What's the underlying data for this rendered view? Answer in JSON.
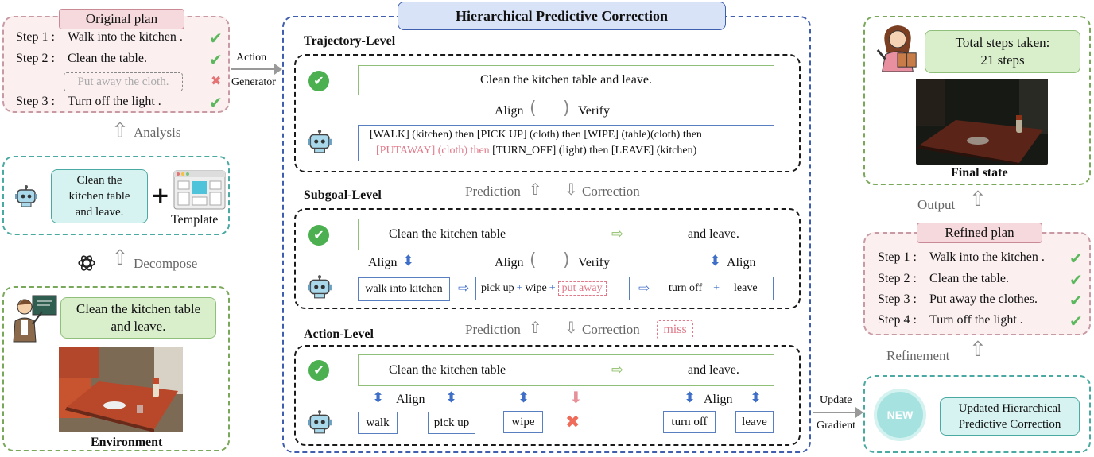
{
  "original_plan": {
    "title": "Original plan",
    "steps": [
      {
        "num": "Step 1 :",
        "text": "Walk into the kitchen ."
      },
      {
        "num": "Step 2 :",
        "text": "Clean the table."
      },
      {
        "num": "",
        "text": "Put away the cloth."
      },
      {
        "num": "Step 3 :",
        "text": "Turn off the light ."
      }
    ]
  },
  "left": {
    "analysis": "Analysis",
    "decompose": "Decompose",
    "task_box": "Clean the kitchen table and leave.",
    "template": "Template",
    "env_task": "Clean the kitchen table and leave.",
    "env_caption": "Environment",
    "action_gen_1": "Action",
    "action_gen_2": "Generator"
  },
  "hpc": {
    "title": "Hierarchical Predictive Correction",
    "trajectory": {
      "label": "Trajectory-Level",
      "task": "Clean the kitchen table and leave.",
      "align": "Align",
      "verify": "Verify",
      "line1": "[WALK]  (kitchen) then [PICK UP]  (cloth) then [WIPE] (table)(cloth) then",
      "line2_pink": "[PUTAWAY]  (cloth) then",
      "line2_rest": " [TURN_OFF] (light) then [LEAVE] (kitchen)"
    },
    "between1": {
      "prediction": "Prediction",
      "correction": "Correction"
    },
    "subgoal": {
      "label": "Subgoal-Level",
      "task_a": "Clean the kitchen table",
      "task_b": "and leave.",
      "align": "Align",
      "verify": "Verify",
      "walk": "walk into kitchen",
      "pickup": "pick up",
      "wipe": "wipe",
      "putaway": "put away",
      "turnoff": "turn off",
      "leave": "leave",
      "plus": "+"
    },
    "between2": {
      "prediction": "Prediction",
      "correction": "Correction",
      "miss": "miss"
    },
    "action": {
      "label": "Action-Level",
      "task_a": "Clean the kitchen table",
      "task_b": "and leave.",
      "align": "Align",
      "walk": "walk",
      "pickup": "pick up",
      "wipe": "wipe",
      "turnoff": "turn off",
      "leave": "leave"
    }
  },
  "right": {
    "total_1": "Total steps taken:",
    "total_2": "21 steps",
    "final_caption": "Final state",
    "output": "Output",
    "refined_title": "Refined plan",
    "refined_steps": [
      {
        "num": "Step 1 :",
        "text": "Walk into the kitchen ."
      },
      {
        "num": "Step 2 :",
        "text": "Clean the table."
      },
      {
        "num": "Step 3 :",
        "text": "Put away the clothes."
      },
      {
        "num": "Step 4 :",
        "text": "Turn off the light ."
      }
    ],
    "refinement": "Refinement",
    "update_1": "Update",
    "update_2": "Gradient",
    "new_badge": "NEW",
    "updated_hpc": "Updated Hierarchical Predictive Correction"
  }
}
